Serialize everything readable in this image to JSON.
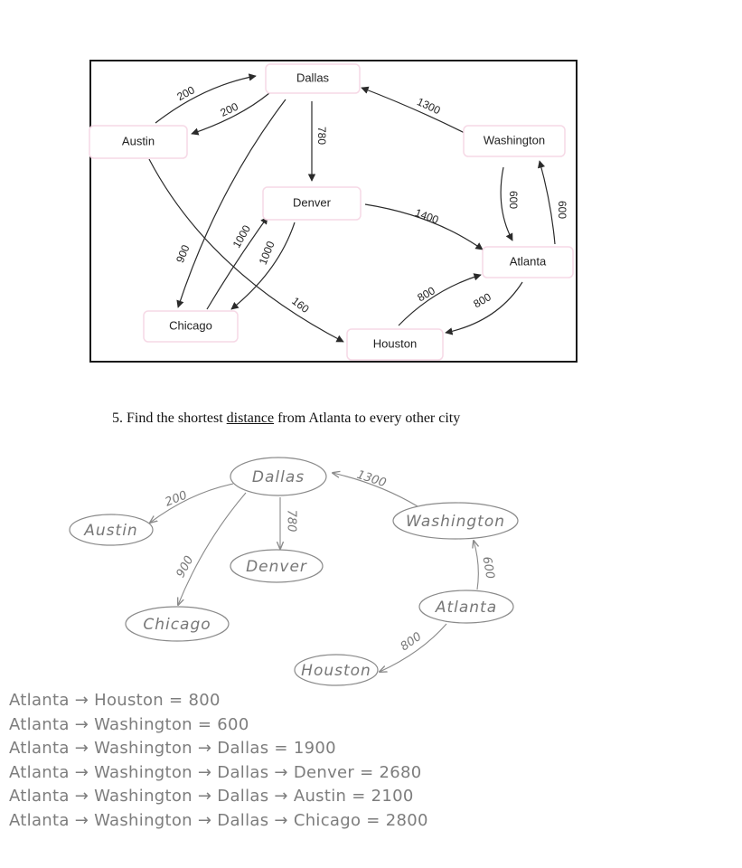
{
  "diagram": {
    "nodes": [
      {
        "id": "dallas",
        "label": "Dallas"
      },
      {
        "id": "austin",
        "label": "Austin"
      },
      {
        "id": "washington",
        "label": "Washington"
      },
      {
        "id": "denver",
        "label": "Denver"
      },
      {
        "id": "atlanta",
        "label": "Atlanta"
      },
      {
        "id": "chicago",
        "label": "Chicago"
      },
      {
        "id": "houston",
        "label": "Houston"
      }
    ],
    "edges": [
      {
        "from": "austin",
        "to": "dallas",
        "weight": "200"
      },
      {
        "from": "dallas",
        "to": "austin",
        "weight": "200"
      },
      {
        "from": "washington",
        "to": "dallas",
        "weight": "1300"
      },
      {
        "from": "dallas",
        "to": "denver",
        "weight": "780"
      },
      {
        "from": "dallas",
        "to": "chicago",
        "weight": "900"
      },
      {
        "from": "washington",
        "to": "atlanta",
        "weight": "600"
      },
      {
        "from": "atlanta",
        "to": "washington",
        "weight": "600"
      },
      {
        "from": "denver",
        "to": "atlanta",
        "weight": "1400"
      },
      {
        "from": "chicago",
        "to": "denver",
        "weight": "1000"
      },
      {
        "from": "denver",
        "to": "chicago",
        "weight": "1000"
      },
      {
        "from": "austin",
        "to": "houston",
        "weight": "160"
      },
      {
        "from": "houston",
        "to": "atlanta",
        "weight": "800"
      },
      {
        "from": "atlanta",
        "to": "houston",
        "weight": "800"
      }
    ]
  },
  "question": {
    "number": "5.",
    "before": "Find the shortest",
    "underlined": "distance",
    "after": "from Atlanta to every other city"
  },
  "handwritten_tree": {
    "nodes": [
      {
        "id": "dallas",
        "label": "Dallas"
      },
      {
        "id": "austin",
        "label": "Austin"
      },
      {
        "id": "washington",
        "label": "Washington"
      },
      {
        "id": "denver",
        "label": "Denver"
      },
      {
        "id": "atlanta",
        "label": "Atlanta"
      },
      {
        "id": "chicago",
        "label": "Chicago"
      },
      {
        "id": "houston",
        "label": "Houston"
      }
    ],
    "edges": [
      {
        "from": "dallas",
        "to": "austin",
        "weight": "200"
      },
      {
        "from": "washington",
        "to": "dallas",
        "weight": "1300"
      },
      {
        "from": "dallas",
        "to": "denver",
        "weight": "780"
      },
      {
        "from": "dallas",
        "to": "chicago",
        "weight": "900"
      },
      {
        "from": "atlanta",
        "to": "washington",
        "weight": "600"
      },
      {
        "from": "atlanta",
        "to": "houston",
        "weight": "800"
      }
    ]
  },
  "answers": [
    "Atlanta → Houston = 800",
    "Atlanta → Washington = 600",
    "Atlanta → Washington → Dallas = 1900",
    "Atlanta → Washington → Dallas → Denver = 2680",
    "Atlanta → Washington → Dallas → Austin = 2100",
    "Atlanta → Washington → Dallas → Chicago = 2800"
  ]
}
